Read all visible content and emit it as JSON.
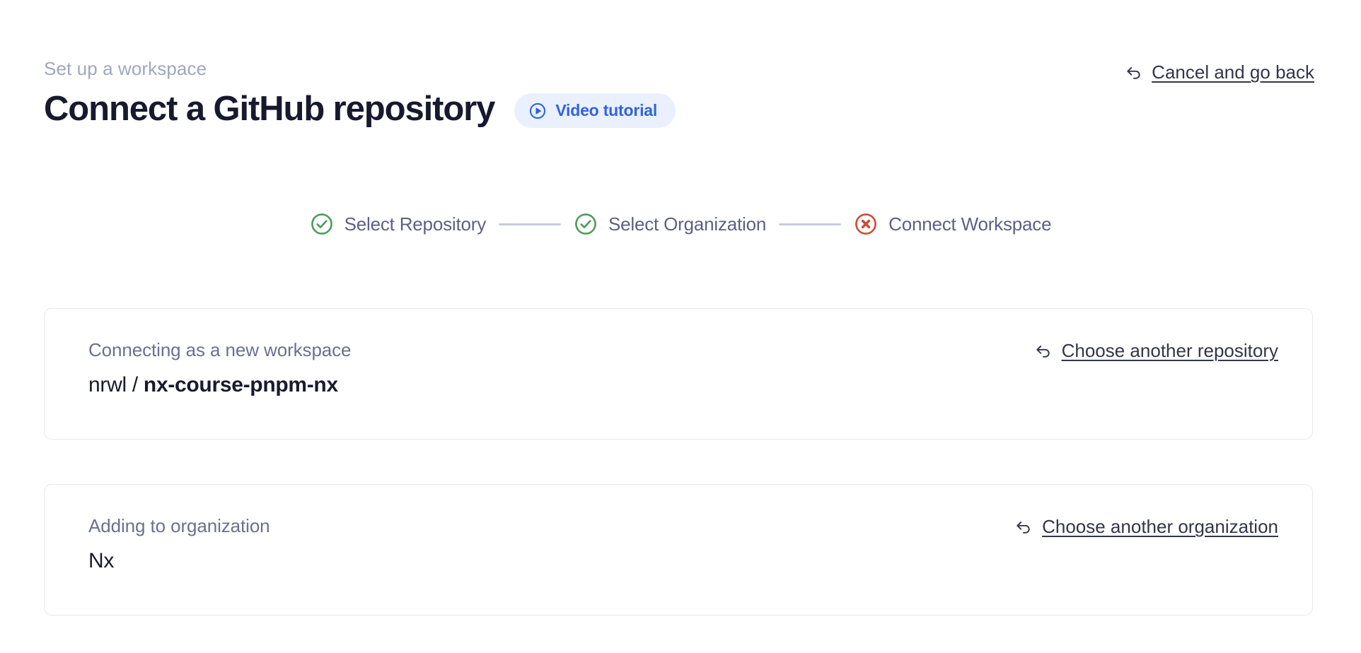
{
  "header": {
    "eyebrow": "Set up a workspace",
    "title": "Connect a GitHub repository",
    "video_badge": {
      "label": "Video tutorial",
      "icon": "play-circle-icon",
      "bg": "#eaf0fd",
      "color": "#3063e0"
    },
    "cancel": {
      "label": "Cancel and go back",
      "icon": "undo-arrow-icon"
    }
  },
  "stepper": {
    "steps": [
      {
        "label": "Select Repository",
        "state": "complete",
        "icon": "check-circle-icon",
        "color": "#4e9c5c"
      },
      {
        "label": "Select Organization",
        "state": "complete",
        "icon": "check-circle-icon",
        "color": "#4e9c5c"
      },
      {
        "label": "Connect Workspace",
        "state": "error",
        "icon": "x-circle-icon",
        "color": "#d04a32"
      }
    ],
    "connector_color": "#c6cde0",
    "label_color": "#5c6184"
  },
  "cards": [
    {
      "caption": "Connecting as a new workspace",
      "owner": "nrwl / ",
      "repo": "nx-course-pnpm-nx",
      "action": {
        "label": "Choose another repository",
        "icon": "undo-arrow-icon"
      }
    },
    {
      "caption": "Adding to organization",
      "organization": "Nx",
      "action": {
        "label": "Choose another organization",
        "icon": "undo-arrow-icon"
      }
    }
  ],
  "colors": {
    "background": "#ffffff",
    "title": "#171a2e",
    "eyebrow": "#9fa8bd",
    "card_border": "#e7e8ef",
    "link": "#323649"
  }
}
